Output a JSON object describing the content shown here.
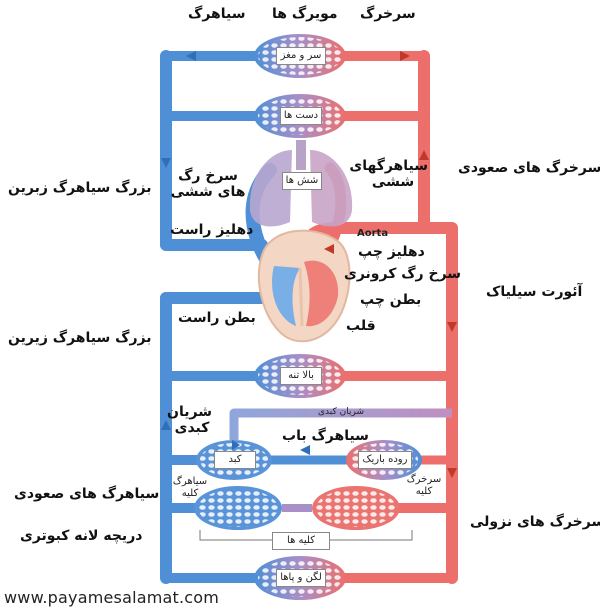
{
  "labels": {
    "vein_top": "سیاهرگ",
    "capillaries": "مویرگ ها",
    "artery_top": "سرخرگ",
    "ascending_arteries": "سرخرگ های صعودی",
    "superior_vena_cava": "بزرگ سیاهرگ زبرین",
    "pulmonary_artery": "سرخ رگ های ششی",
    "pulmonary_veins": "سیاهرگهای ششی",
    "right_atrium": "دهلیز راست",
    "aorta": "Aorta",
    "left_atrium": "دهلیز چپ",
    "coronary_artery": "سرخ رگ کرونری",
    "left_ventricle": "بطن چپ",
    "heart": "قلب",
    "right_ventricle": "بطن راست",
    "celiac_aorta": "آئورت سیلیاک",
    "inferior_vena_cava": "بزرگ سیاهرگ زیرین",
    "hepatic_artery_small": "شریان کبدی",
    "hepatic_artery": "شریان کبدی",
    "portal_vein": "سیاهرگ باب",
    "ascending_veins": "سیاهرگ های صعودی",
    "renal_vein": "سیاهرگ کلیه",
    "renal_artery": "سرخرگ کلیه",
    "descending_arteries": "سرخرگ های نزولی",
    "pigeon_valve": "دریچه لانه کبوتری"
  },
  "boxes": {
    "head": "سر و مغز",
    "arms": "دست ها",
    "lungs": "شش ها",
    "upper_body": "بالا تنه",
    "liver": "کبد",
    "intestine": "روده باریک",
    "kidneys": "کلیه ها",
    "legs": "لگن و پاها"
  },
  "watermark": "www.payamesalamat.com",
  "colors": {
    "vein": "#4e8fd6",
    "vein_light": "#9cc4ee",
    "artery": "#ec6f6c",
    "artery_light": "#f5aaa5",
    "mixed": "#a98fc7",
    "heart_fill": "#f3d6c3",
    "arrow": "#c0392b",
    "vein_arrow": "#2f6fb8"
  },
  "icons": [
    "capillary-bed-icon",
    "heart-icon",
    "lungs-icon",
    "flow-arrow-icon"
  ]
}
